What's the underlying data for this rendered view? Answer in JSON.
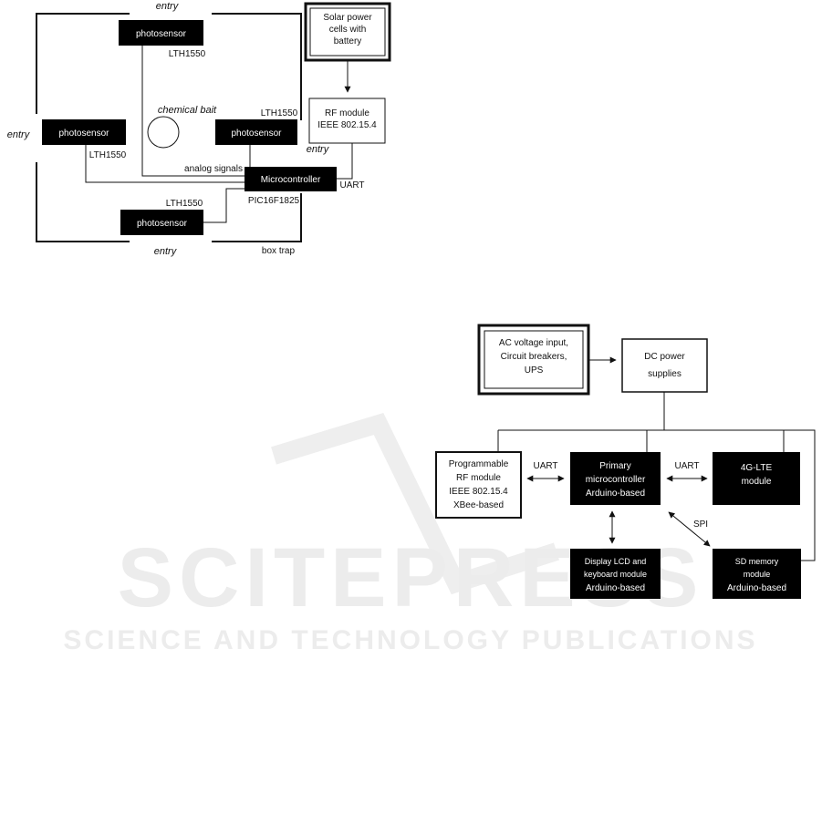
{
  "watermark": {
    "main": "SCITEPRESS",
    "sub": "SCIENCE AND TECHNOLOGY PUBLICATIONS"
  },
  "trap": {
    "entry_labels": [
      "entry",
      "entry",
      "entry",
      "entry"
    ],
    "photosensor": "photosensor",
    "sensor_model": "LTH1550",
    "chemical_bait": "chemical bait",
    "analog_signals": "analog signals",
    "microcontroller": "Microcontroller",
    "microcontroller_model": "PIC16F1825",
    "uart": "UART",
    "box_trap": "box trap",
    "solar": [
      "Solar power",
      "cells with",
      "battery"
    ],
    "rf_module": [
      "RF module",
      "IEEE 802.15.4"
    ]
  },
  "base": {
    "ac_input": [
      "AC voltage input,",
      "Circuit breakers,",
      "UPS"
    ],
    "dc_power": [
      "DC power",
      "supplies"
    ],
    "rf_module": [
      "Programmable",
      "RF module",
      "IEEE 802.15.4",
      "XBee-based"
    ],
    "uart_left": "UART",
    "uart_right": "UART",
    "primary_mcu": [
      "Primary",
      "microcontroller",
      "Arduino-based"
    ],
    "lte": [
      "4G-LTE",
      "module"
    ],
    "spi": "SPI",
    "display": [
      "Display LCD and",
      "keyboard module",
      "Arduino-based"
    ],
    "sd": [
      "SD memory",
      "module",
      "Arduino-based"
    ]
  }
}
